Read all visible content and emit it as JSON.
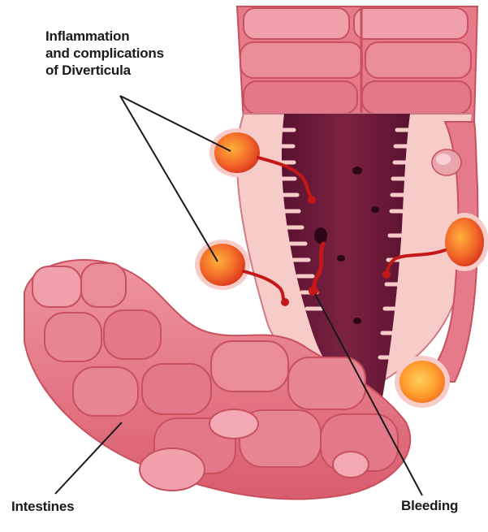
{
  "labels": {
    "diverticula": [
      "Inflammation",
      "and complications",
      "of Diverticula"
    ],
    "intestines": "Intestines",
    "bleeding": "Bleeding"
  },
  "colors": {
    "intestine_pink": "#e67b8a",
    "intestine_light": "#f3a9b3",
    "intestine_dark": "#c8505f",
    "lumen": "#6e1a36",
    "lining_pale": "#f6cbc8",
    "diverticulum_orange": "#f04a22",
    "diverticulum_yellow": "#ffb13a",
    "blood": "#c41818",
    "leader_line": "#1a1a1a"
  }
}
